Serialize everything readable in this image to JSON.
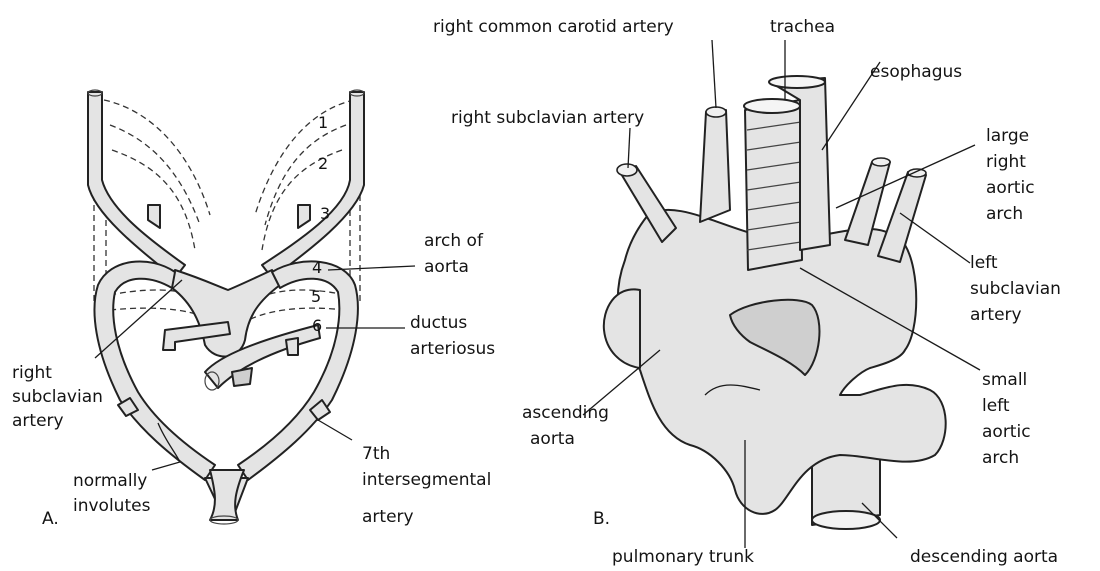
{
  "panel_a": {
    "letter": "A.",
    "arch_numbers": [
      "1",
      "2",
      "3",
      "4",
      "5",
      "6"
    ],
    "labels": {
      "arch_of_aorta_line1": "arch of",
      "arch_of_aorta_line2": "aorta",
      "ductus_line1": "ductus",
      "ductus_line2": "arteriosus",
      "right_subclavian_line1": "right",
      "right_subclavian_line2": "subclavian",
      "right_subclavian_line3": "artery",
      "normally_involutes_line1": "normally",
      "normally_involutes_line2": "involutes",
      "seventh_line1": "7th",
      "seventh_line2": "intersegmental",
      "seventh_line3": "artery"
    }
  },
  "panel_b": {
    "letter": "B.",
    "labels": {
      "right_common_carotid": "right common carotid artery",
      "trachea": "trachea",
      "esophagus": "esophagus",
      "right_subclavian": "right subclavian artery",
      "large_right_aortic_line1": "large",
      "large_right_aortic_line2": "right",
      "large_right_aortic_line3": "aortic",
      "large_right_aortic_line4": "arch",
      "left_subclavian_line1": "left",
      "left_subclavian_line2": "subclavian",
      "left_subclavian_line3": "artery",
      "small_left_aortic_line1": "small",
      "small_left_aortic_line2": "left",
      "small_left_aortic_line3": "aortic",
      "small_left_aortic_line4": "arch",
      "ascending_aorta_line1": "ascending",
      "ascending_aorta_line2": "aorta",
      "pulmonary_trunk": "pulmonary trunk",
      "descending_aorta": "descending aorta"
    }
  }
}
